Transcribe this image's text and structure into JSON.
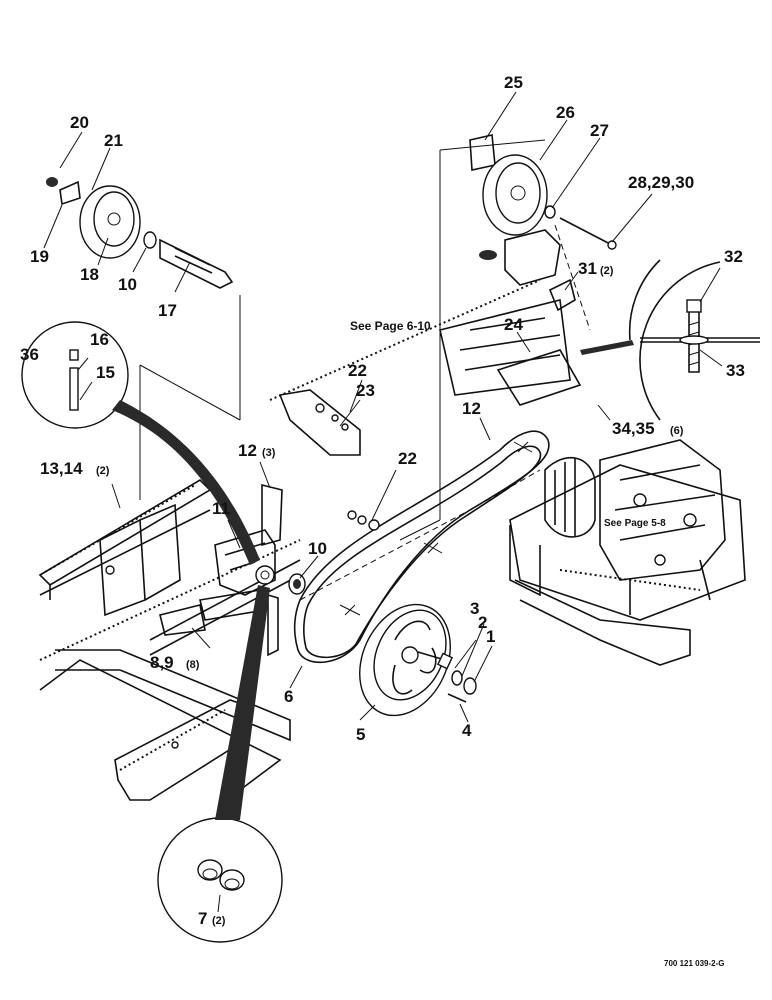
{
  "labels": {
    "p1": "1",
    "p2": "2",
    "p3": "3",
    "p4": "4",
    "p5": "5",
    "p6": "6",
    "p7": "7",
    "p7q": "(2)",
    "p8_9": "8,9",
    "p8_9q": "(8)",
    "p10a": "10",
    "p10b": "10",
    "p11": "11",
    "p12a": "12",
    "p12aq": "(3)",
    "p12b": "12",
    "p13_14": "13,14",
    "p13_14q": "(2)",
    "p15": "15",
    "p16": "16",
    "p17": "17",
    "p18": "18",
    "p19": "19",
    "p20": "20",
    "p21": "21",
    "p22a": "22",
    "p22b": "22",
    "p23": "23",
    "p24": "24",
    "p25": "25",
    "p26": "26",
    "p27": "27",
    "p28_30": "28,29,30",
    "p31": "31",
    "p31q": "(2)",
    "p32": "32",
    "p33": "33",
    "p34_35": "34,35",
    "p34_35q": "(6)",
    "p36": "36"
  },
  "notes": {
    "see_6_10": "See Page 6-10",
    "see_5_8": "See Page 5-8"
  },
  "doc_id": "700 121 039-2-G"
}
